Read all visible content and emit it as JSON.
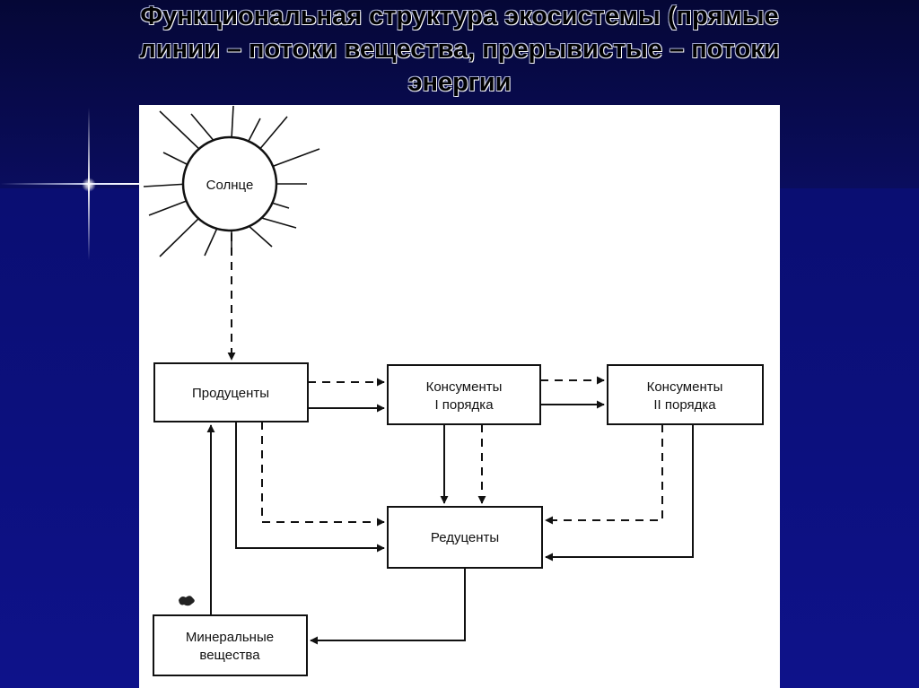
{
  "title": {
    "line1": "Функциональная структура экосистемы (прямые",
    "line2": "линии – потоки вещества, прерывистые – потоки",
    "line3": "энергии"
  },
  "nodes": {
    "sun": "Солнце",
    "producers": "Продуценты",
    "consumers1_line1": "Консументы",
    "consumers1_line2": "I порядка",
    "consumers2_line1": "Консументы",
    "consumers2_line2": "II порядка",
    "decomposers": "Редуценты",
    "minerals_line1": "Минеральные",
    "minerals_line2": "вещества"
  },
  "colors": {
    "slide_background": "#0c0f78",
    "panel": "#ffffff",
    "ink": "#111111"
  }
}
